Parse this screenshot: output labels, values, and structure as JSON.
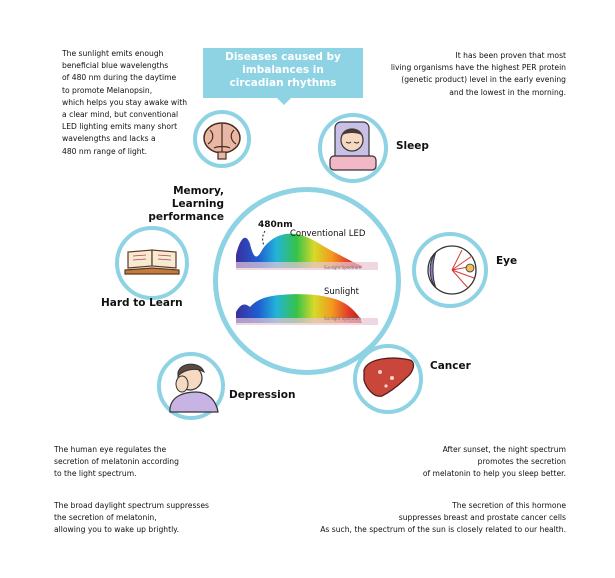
{
  "banner": {
    "title": "Diseases caused by\nimbalances in\ncircadian rhythms",
    "color": "#8dd3e3"
  },
  "texts": {
    "top_left": "The sunlight emits enough\nbeneficial blue wavelengths\nof 480 nm during the daytime\nto promote Melanopsin,\nwhich helps you stay awake with\na clear mind, but conventional\nLED lighting emits many short\nwavelengths and lacks a\n480 nm range of light.",
    "top_right": "It has been proven that most\nliving organisms have the highest PER protein\n(genetic product) level in the early evening\nand the lowest in the morning.",
    "bottom_left_1": "The human eye regulates the\nsecretion of melatonin according\nto the light spectrum.",
    "bottom_left_2": "The broad daylight spectrum suppresses\n the secretion of melatonin,\nallowing you to wake up brightly.",
    "bottom_right_1": "After sunset, the night spectrum\npromotes the secretion\nof melatonin to help you sleep better.",
    "bottom_right_2": "The secretion of this hormone\nsuppresses breast and prostate cancer cells\nAs such, the spectrum of the sun is closely related to our health."
  },
  "labels": {
    "memory": "Memory,\nLearning performance",
    "sleep": "Sleep",
    "hard": "Hard to Learn",
    "eye": "Eye",
    "cancer": "Cancer",
    "depression": "Depression"
  },
  "center": {
    "nm_label": "480nm",
    "led_label": "Conventional LED",
    "sun_label": "Sunlight",
    "spectrum_caption": "Sunlight Spectrum"
  },
  "icons": [
    "brain-icon",
    "sleeping-person-icon",
    "open-book-icon",
    "eye-icon",
    "liver-icon",
    "sad-person-icon"
  ]
}
